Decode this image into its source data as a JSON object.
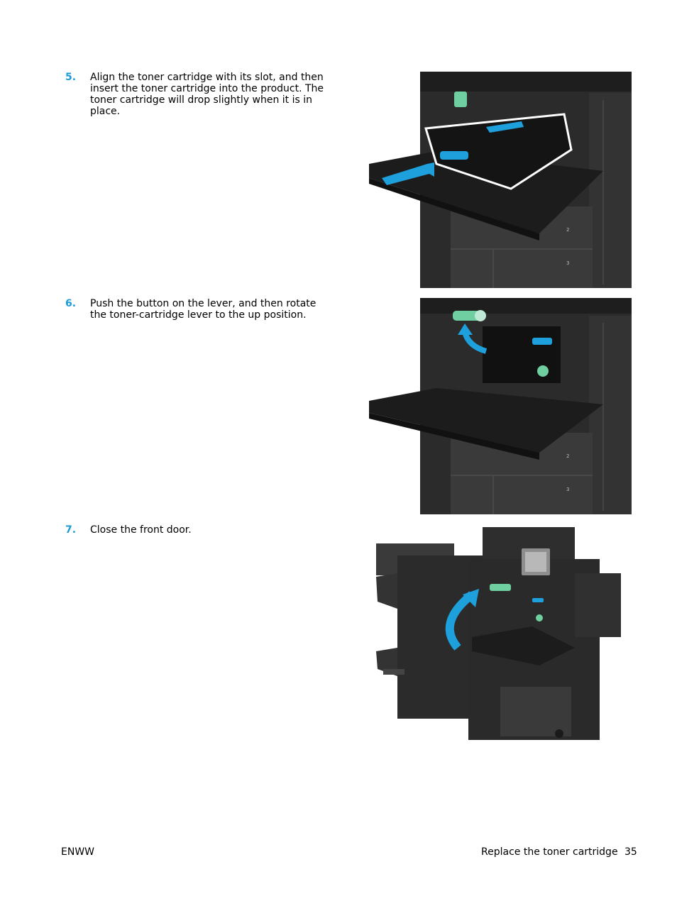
{
  "steps": [
    {
      "number": "5.",
      "text": "Align the toner cartridge with its slot, and then insert the toner cartridge into the product. The toner cartridge will drop slightly when it is in place."
    },
    {
      "number": "6.",
      "text": "Push the button on the lever, and then rotate the toner-cartridge lever to the up position."
    },
    {
      "number": "7.",
      "text": "Close the front door."
    }
  ],
  "footer": {
    "left": "ENWW",
    "section": "Replace the toner cartridge",
    "page": "35"
  },
  "colors": {
    "accent": "#1a9bd7",
    "printer_body": "#2a2a2a",
    "lever_green": "#6fcfa0",
    "arrow_blue": "#1ea0dc"
  }
}
